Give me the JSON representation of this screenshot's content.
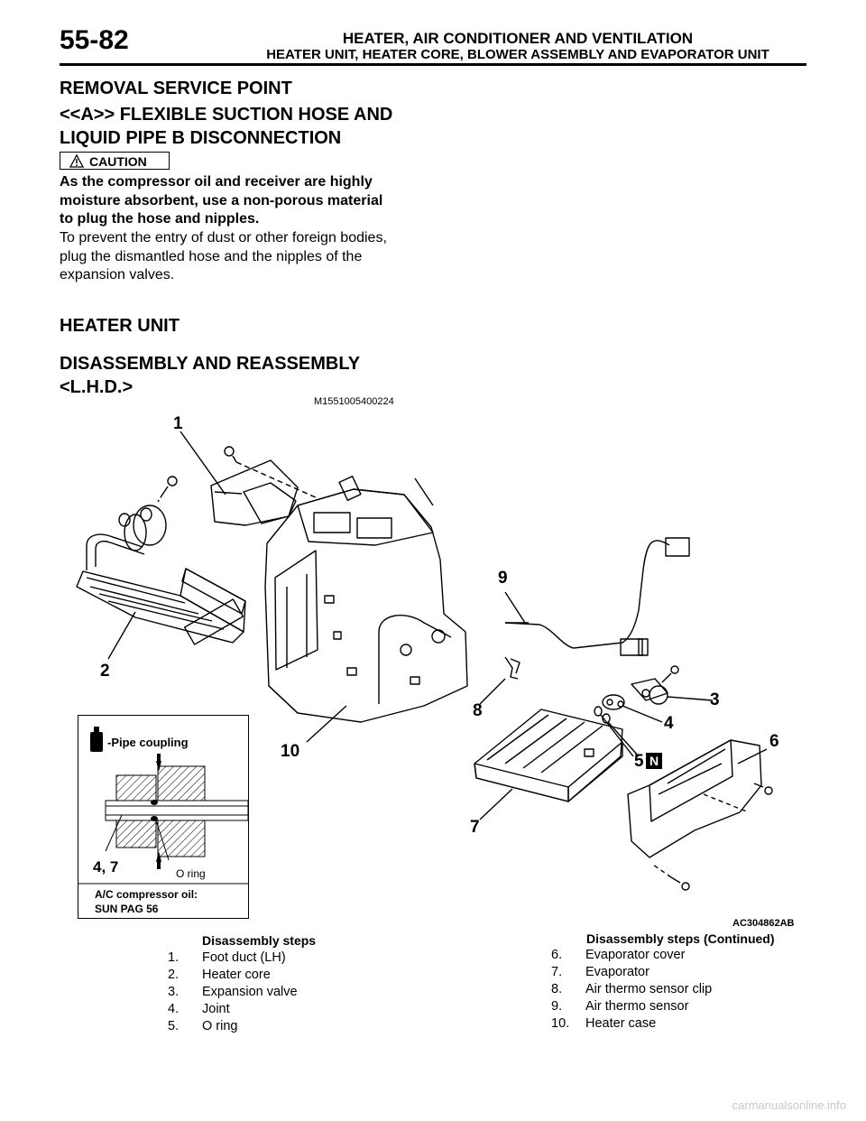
{
  "header": {
    "page_number": "55-82",
    "title": "HEATER, AIR CONDITIONER AND VENTILATION",
    "subtitle": "HEATER UNIT, HEATER CORE, BLOWER ASSEMBLY AND EVAPORATOR UNIT"
  },
  "section1": {
    "heading": "REMOVAL SERVICE POINT",
    "subheading_line1": "<<A>> FLEXIBLE SUCTION HOSE AND",
    "subheading_line2": "LIQUID PIPE B DISCONNECTION",
    "caution_label": "CAUTION",
    "caution_lines": [
      "As the compressor oil and receiver are highly",
      "moisture absorbent, use a non-porous material",
      "to plug the hose and nipples."
    ],
    "body_lines": [
      "To prevent the entry of dust or other foreign bodies,",
      "plug the dismantled hose and the nipples of the",
      "expansion valves."
    ]
  },
  "section2": {
    "heading": "HEATER UNIT",
    "subheading": "DISASSEMBLY AND REASSEMBLY",
    "variant": "<L.H.D.>",
    "figure_code": "M1551005400224"
  },
  "figure": {
    "callouts": [
      "1",
      "2",
      "3",
      "4",
      "5",
      "6",
      "7",
      "8",
      "9",
      "10"
    ],
    "callout_5_badge": "N",
    "inset_title": "-Pipe coupling",
    "inset_part_label": "4, 7",
    "inset_oring_label": "O ring",
    "inset_oil_line1": "A/C compressor oil:",
    "inset_oil_line2": "SUN PAG 56",
    "drawing_code": "AC304862AB"
  },
  "steps": {
    "left_heading": "Disassembly steps",
    "left": [
      {
        "n": "1.",
        "t": "Foot duct (LH)"
      },
      {
        "n": "2.",
        "t": "Heater core"
      },
      {
        "n": "3.",
        "t": "Expansion valve"
      },
      {
        "n": "4.",
        "t": "Joint"
      },
      {
        "n": "5.",
        "t": "O ring"
      }
    ],
    "right_heading": "Disassembly steps (Continued)",
    "right": [
      {
        "n": "6.",
        "t": "Evaporator cover"
      },
      {
        "n": "7.",
        "t": "Evaporator"
      },
      {
        "n": "8.",
        "t": "Air thermo sensor clip"
      },
      {
        "n": "9.",
        "t": "Air thermo sensor"
      },
      {
        "n": "10.",
        "t": "Heater case"
      }
    ]
  },
  "watermark": "carmanualsonline.info"
}
